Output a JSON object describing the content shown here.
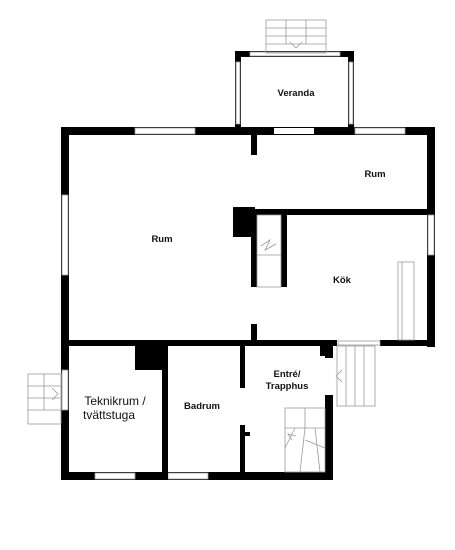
{
  "rooms": {
    "veranda": "Veranda",
    "rum_large": "Rum",
    "rum_small": "Rum",
    "kok": "Kök",
    "entre_line1": "Entré/",
    "entre_line2": "Trapphus",
    "badrum": "Badrum",
    "teknik_line1": "Teknikrum /",
    "teknik_line2": "tvättstuga"
  },
  "colors": {
    "wall": "#000000",
    "background": "#ffffff",
    "detail": "#9a9a9a"
  }
}
